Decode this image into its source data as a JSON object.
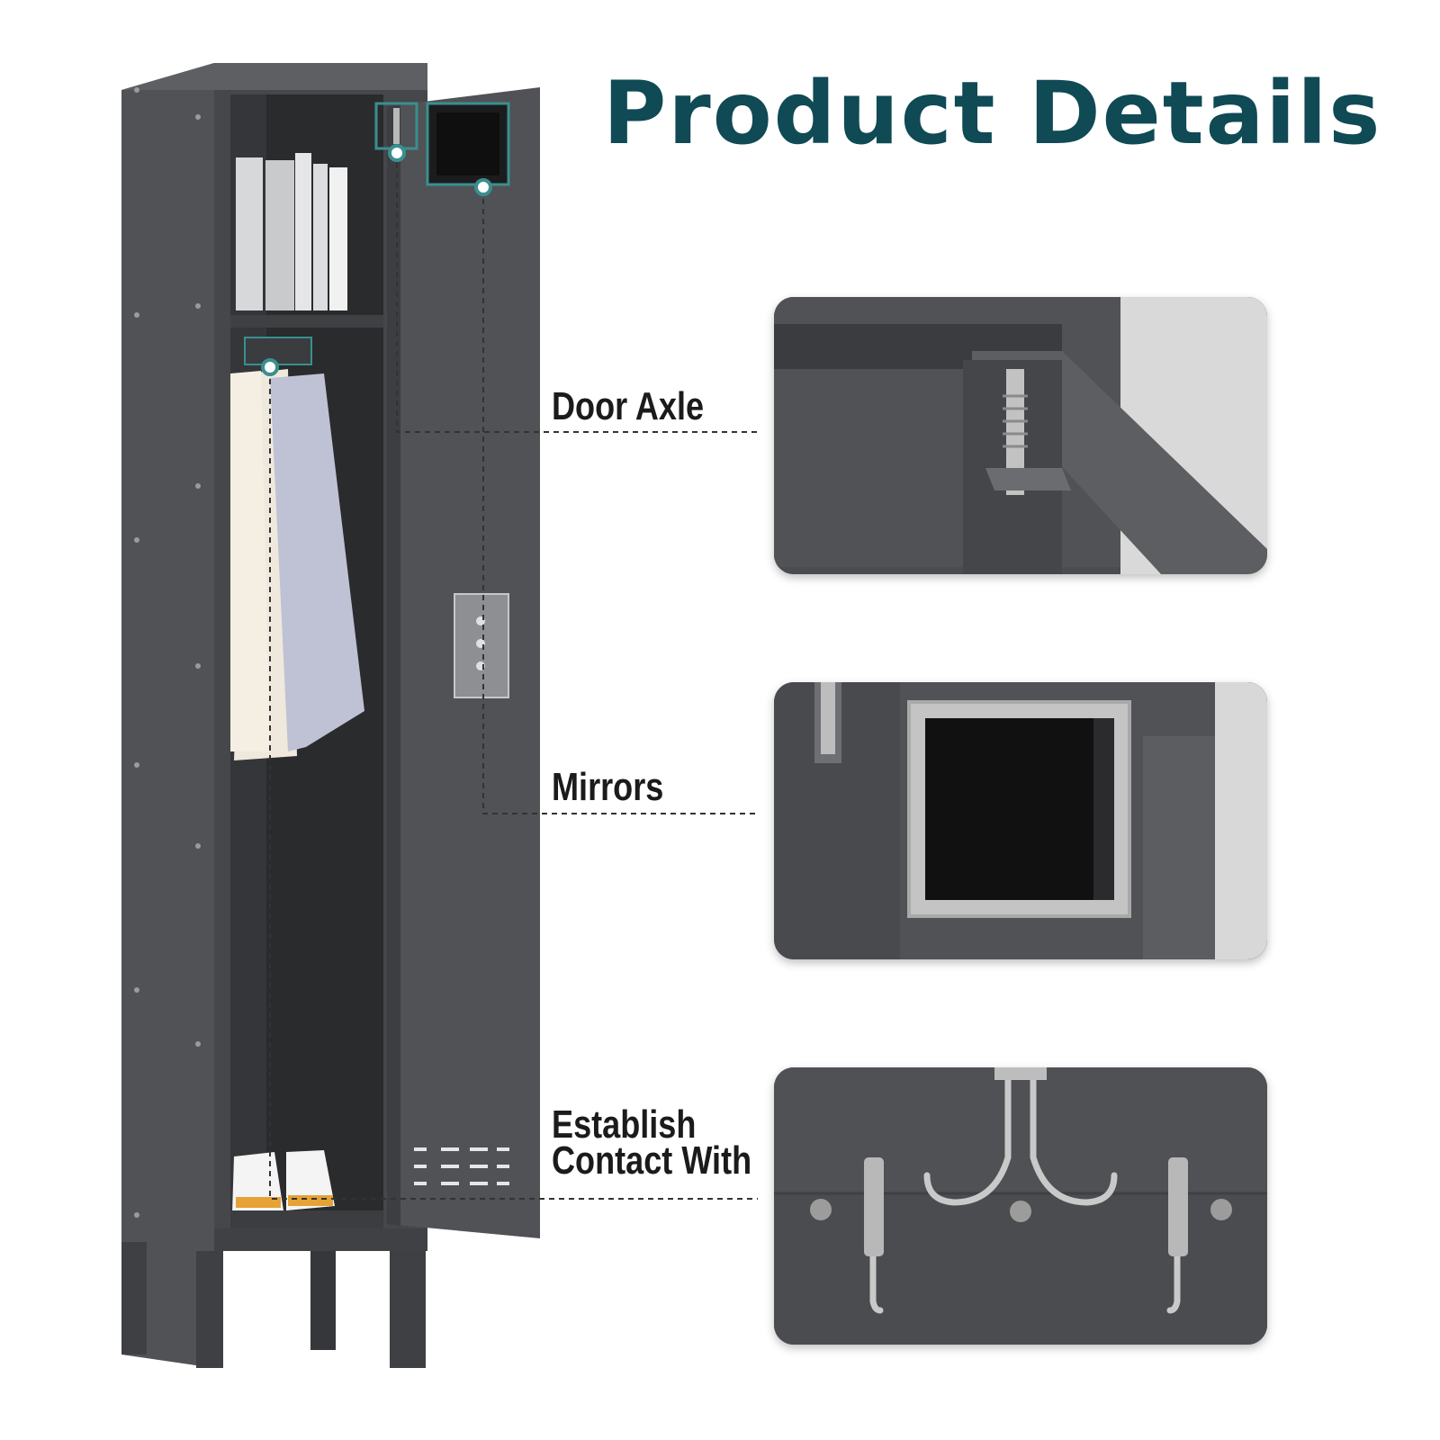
{
  "title": "Product Details",
  "colors": {
    "title": "#0f4a55",
    "locker_body": "#4b4d50",
    "locker_dark": "#2b2c2e",
    "highlight": "#3a8f8f"
  },
  "callouts": [
    {
      "id": "door-axle",
      "lines": [
        "Door Axle"
      ]
    },
    {
      "id": "mirrors",
      "lines": [
        "Mirrors"
      ]
    },
    {
      "id": "hooks",
      "lines": [
        "Establish",
        "Contact With"
      ]
    }
  ]
}
